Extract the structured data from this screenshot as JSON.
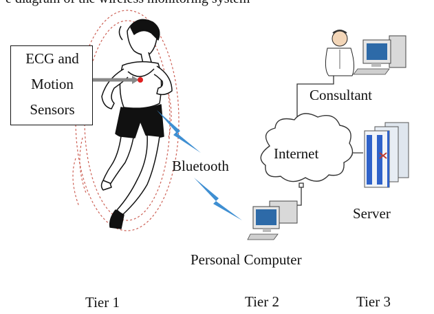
{
  "caption_top": "e diagram of the wireless monitoring system",
  "labels": {
    "sensors": [
      "ECG and",
      "Motion",
      "Sensors"
    ],
    "bluetooth": "Bluetooth",
    "internet": "Internet",
    "consultant": "Consultant",
    "server": "Server",
    "personal_computer": "Personal Computer",
    "tier1": "Tier 1",
    "tier2": "Tier 2",
    "tier3": "Tier 3"
  },
  "colors": {
    "ink": "#111111",
    "bluetooth_bolt": "#3f8fd2",
    "sensor_dot": "#e02020",
    "motion_lines": "#c0392b",
    "cloud_fill": "#ffffff",
    "monitor_body": "#d9d9d9",
    "screen": "#2d6aa8",
    "server_blue": "#2f62c9"
  },
  "icons": [
    "runner-figure",
    "bluetooth-bolt-icon",
    "cloud-icon",
    "computer-icon",
    "server-icon",
    "doctor-icon"
  ]
}
